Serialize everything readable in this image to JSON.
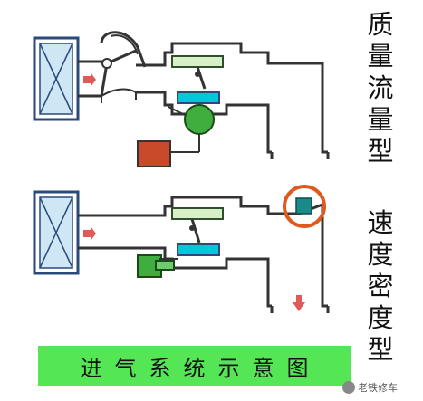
{
  "labels": {
    "mass_flow": "质\n量\n流\n量\n型",
    "speed_density": "速\n度\n密\n度\n型"
  },
  "caption": "进气系统示意图",
  "watermark": "老铁修车",
  "colors": {
    "pipe": "#333333",
    "filter_fill": "#cfe6f5",
    "filter_border": "#2a4a7a",
    "throttle_plate": "#d8f0c8",
    "throttle_border": "#2f4f2f",
    "sensor_cyan": "#00c8d8",
    "meter_green": "#3fae3f",
    "module_red": "#c84a2a",
    "arrow": "#e05a5a",
    "highlight_circle": "#e05a1e",
    "map_sensor": "#1a8a8a",
    "caption_bg": "#55e655"
  },
  "icons": [
    "air-filter-icon",
    "flow-arrow-icon",
    "throttle-valve-icon",
    "air-flow-meter-icon",
    "map-sensor-icon",
    "idle-valve-icon"
  ]
}
